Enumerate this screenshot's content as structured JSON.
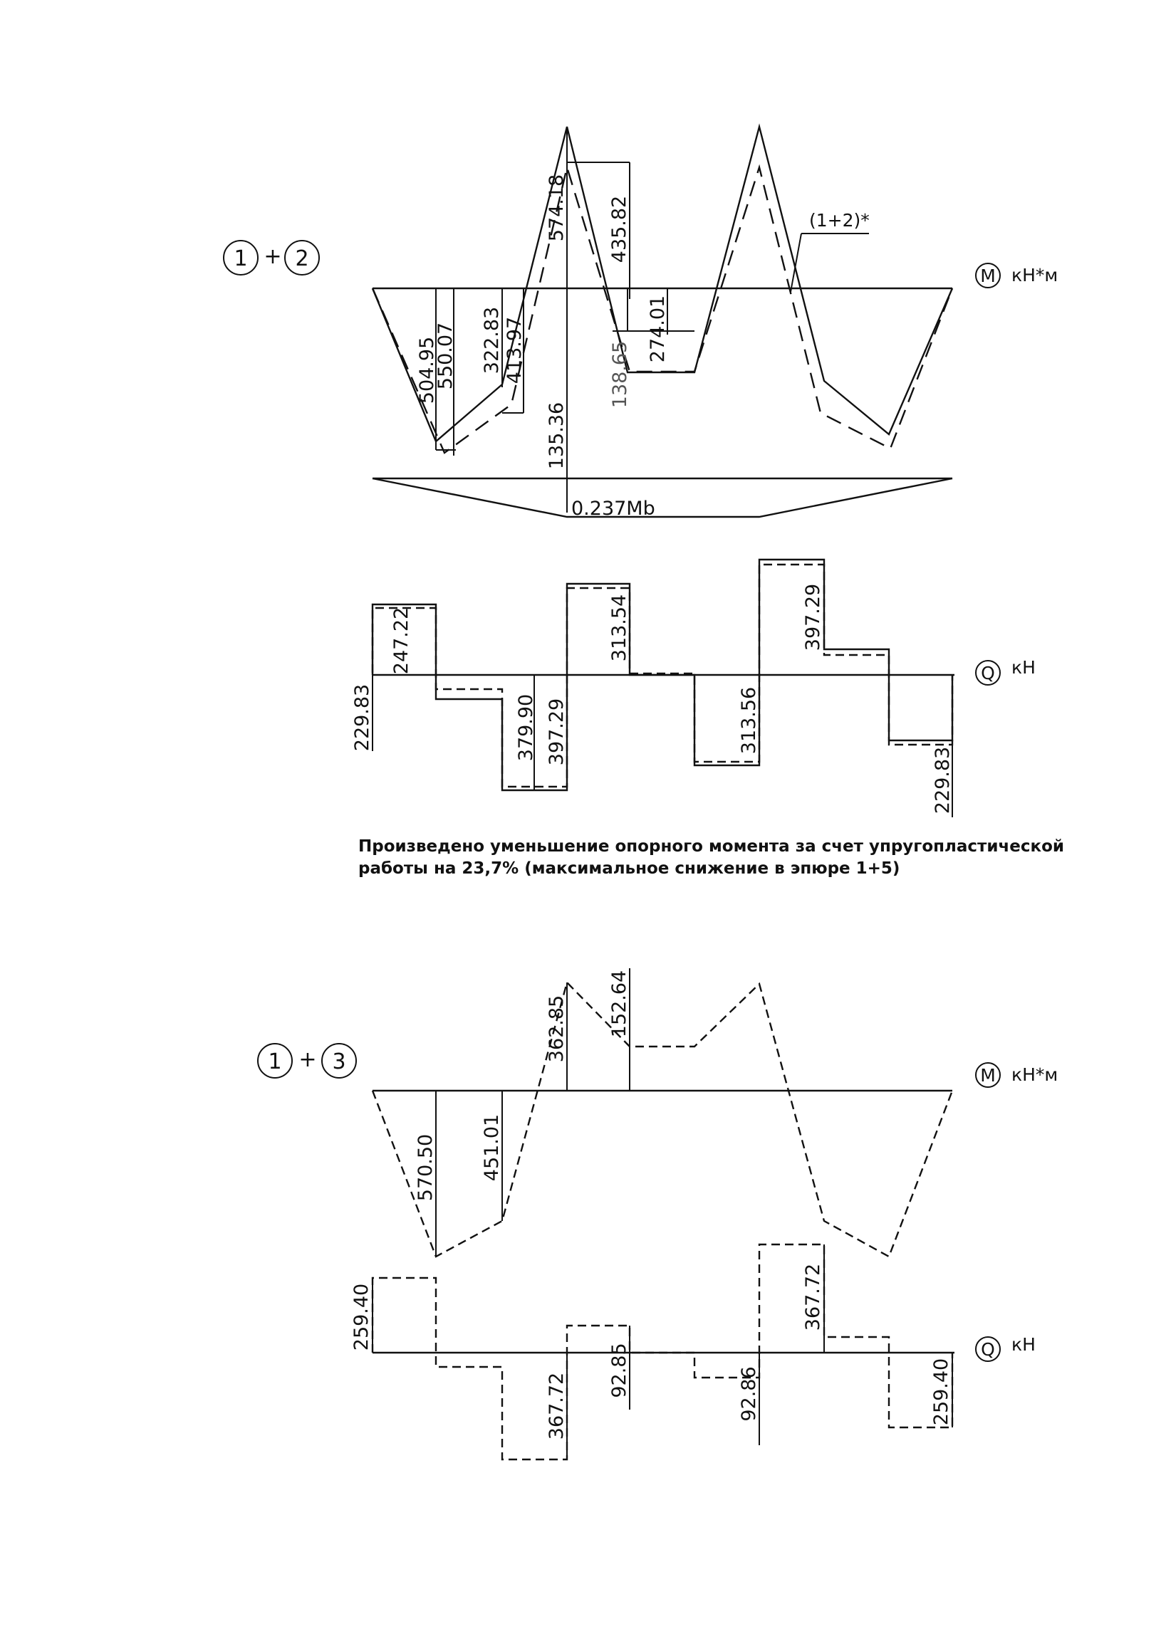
{
  "diagram_1": {
    "combo": {
      "first": "1",
      "plus": "+",
      "second": "2"
    },
    "moment": {
      "symbol": "M",
      "unit": "кН*м",
      "curve_label": "(1+2)*",
      "values": [
        "504.95",
        "550.07",
        "322.83",
        "413.97",
        "574.18",
        "435.82",
        "138.65",
        "274.01",
        "135.36"
      ],
      "redistribution_label": "0.237Mb"
    },
    "shear": {
      "symbol": "Q",
      "unit": "кН",
      "values": [
        "229.83",
        "247.22",
        "379.90",
        "397.29",
        "313.54",
        "313.56",
        "397.29",
        "229.83"
      ]
    }
  },
  "note": {
    "line1": "Произведено уменьшение опорного момента за счет упругопластической",
    "line2": "работы на 23,7% (максимальное снижение в эпюре 1+5)"
  },
  "diagram_2": {
    "combo": {
      "first": "1",
      "plus": "+",
      "second": "3"
    },
    "moment": {
      "symbol": "M",
      "unit": "кН*м",
      "values": [
        "570.50",
        "451.01",
        "362.85",
        "152.64"
      ]
    },
    "shear": {
      "symbol": "Q",
      "unit": "кН",
      "values": [
        "259.40",
        "367.72",
        "92.85",
        "92.86",
        "367.72",
        "259.40"
      ]
    }
  }
}
